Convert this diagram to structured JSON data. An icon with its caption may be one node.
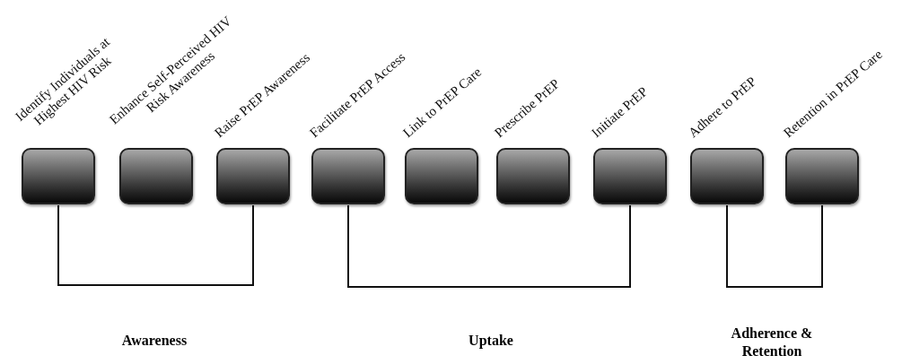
{
  "diagram": {
    "nodes": [
      {
        "text": [
          "Identify Individuals at Highest HIV Risk"
        ]
      },
      {
        "text": [
          "Enhance Self-Perceived HIV Risk Awareness"
        ]
      },
      {
        "text": [
          "Raise PrEP Awareness"
        ]
      },
      {
        "text": [
          "Facilitate PrEP Access"
        ]
      },
      {
        "text": [
          "Link to PrEP Care"
        ]
      },
      {
        "text": [
          "Prescribe PrEP"
        ]
      },
      {
        "text": [
          "Initiate PrEP"
        ]
      },
      {
        "text": [
          "Adhere to PrEP"
        ]
      },
      {
        "text": [
          "Retention in PrEP Care"
        ]
      }
    ],
    "labels": [
      "Awareness",
      "Uptake",
      "Adherence & Retention"
    ]
  }
}
